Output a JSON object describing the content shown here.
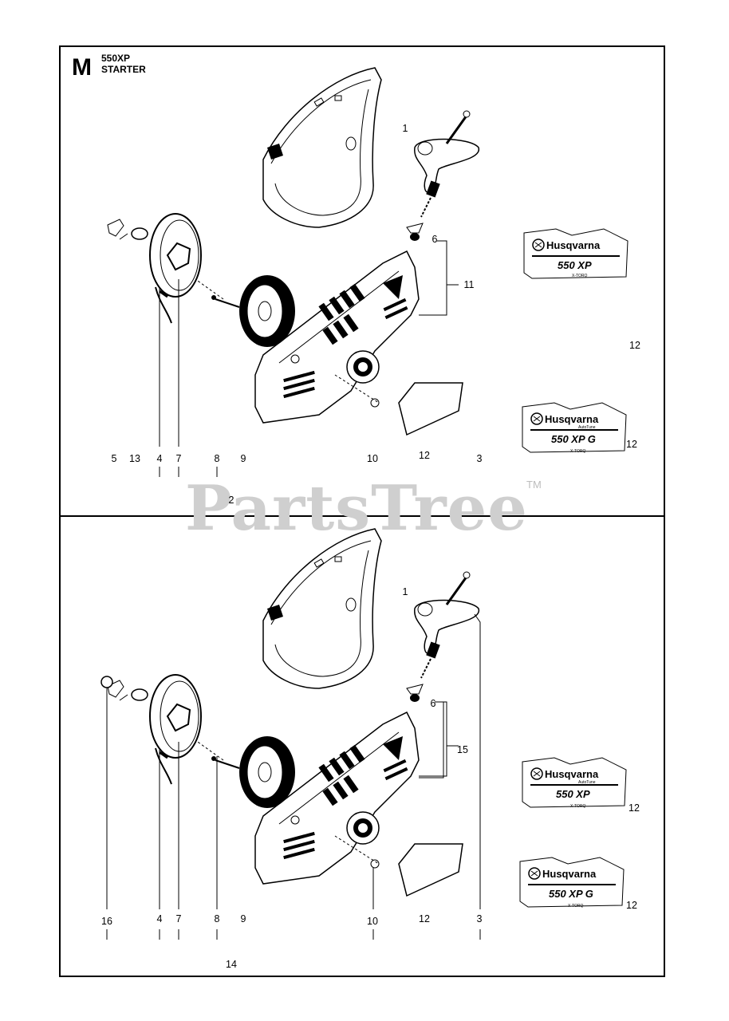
{
  "section": {
    "letter": "M",
    "title_line1": "550XP",
    "title_line2": "STARTER"
  },
  "watermark": {
    "text": "PartsTree",
    "tm": "TM"
  },
  "decals": {
    "brand": "Husqvarna",
    "autotune": "AutoTune",
    "xtorq": "X-TORQ",
    "model_a": "550 XP",
    "model_b": "550 XP G"
  },
  "top_callouts": {
    "n1": "1",
    "n6": "6",
    "n11": "11",
    "n12a": "12",
    "n12b": "12",
    "b5": "5",
    "b13": "13",
    "b4": "4",
    "b7": "7",
    "b8": "8",
    "b9": "9",
    "b10": "10",
    "b12": "12",
    "b3": "3",
    "b2": "2"
  },
  "bottom_callouts": {
    "n1": "1",
    "n6": "6",
    "n15": "15",
    "n12a": "12",
    "n12b": "12",
    "b16": "16",
    "b4": "4",
    "b7": "7",
    "b8": "8",
    "b9": "9",
    "b10": "10",
    "b12": "12",
    "b3": "3",
    "b14": "14"
  }
}
